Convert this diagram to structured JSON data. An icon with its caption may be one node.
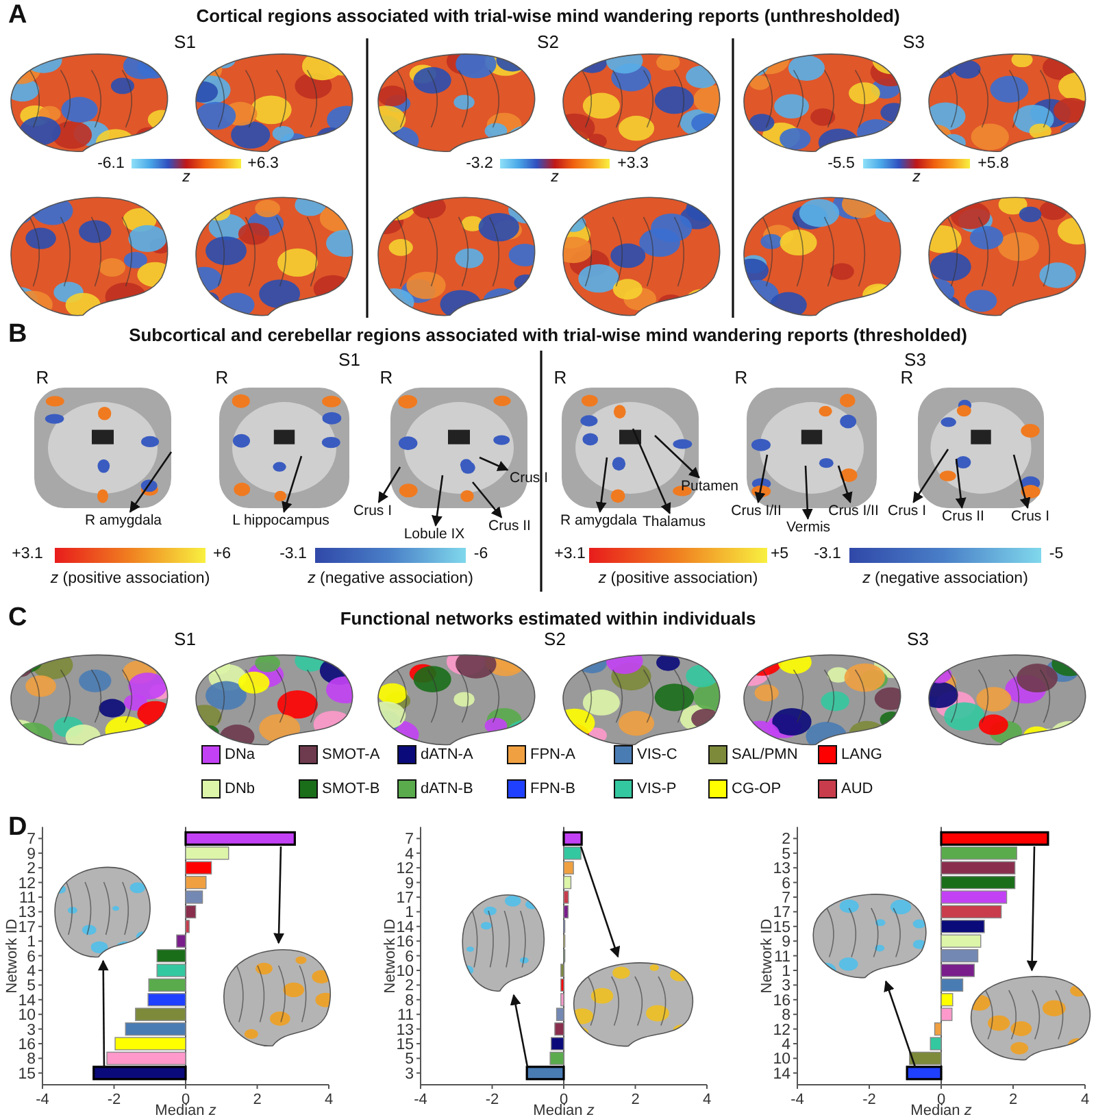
{
  "diagram": {
    "nodes": [
      {
        "text": [
          "R amygdala"
        ]
      },
      {
        "text": [
          "L hippocampus"
        ]
      },
      {
        "text": [
          "Crus I"
        ]
      },
      {
        "text": [
          "Lobule IX"
        ]
      },
      {
        "text": [
          "Crus II"
        ]
      },
      {
        "text": [
          "Crus I"
        ]
      },
      {
        "text": [
          "R amygdala"
        ]
      },
      {
        "text": [
          "Thalamus"
        ]
      },
      {
        "text": [
          "Putamen"
        ]
      },
      {
        "text": [
          "Crus I/II"
        ]
      },
      {
        "text": [
          "Vermis"
        ]
      },
      {
        "text": [
          "Crus I/II"
        ]
      },
      {
        "text": [
          "Crus I"
        ]
      },
      {
        "text": [
          "Crus II"
        ]
      },
      {
        "text": [
          "Crus I"
        ]
      },
      {
        "text": [],
        "shape": "picture"
      },
      {
        "text": [],
        "shape": "picture"
      },
      {
        "text": [],
        "shape": "picture"
      },
      {
        "text": [],
        "shape": "picture"
      },
      {
        "text": [],
        "shape": "picture"
      },
      {
        "text": [],
        "shape": "picture"
      }
    ],
    "edges": [
      {
        "from": null,
        "to": 0,
        "arrow": "to"
      },
      {
        "from": null,
        "to": 1,
        "arrow": "to"
      },
      {
        "from": null,
        "to": 2,
        "arrow": "to"
      },
      {
        "from": null,
        "to": 3,
        "arrow": "to"
      },
      {
        "from": null,
        "to": 4,
        "arrow": "to"
      },
      {
        "from": null,
        "to": 5,
        "arrow": "to"
      },
      {
        "from": null,
        "to": 6,
        "arrow": "to"
      },
      {
        "from": null,
        "to": 7,
        "arrow": "to"
      },
      {
        "from": null,
        "to": 8,
        "arrow": "to"
      },
      {
        "from": null,
        "to": 9,
        "arrow": "to"
      },
      {
        "from": null,
        "to": 10,
        "arrow": "to"
      },
      {
        "from": null,
        "to": 11,
        "arrow": "to"
      },
      {
        "from": null,
        "to": 12,
        "arrow": "to"
      },
      {
        "from": null,
        "to": 13,
        "arrow": "to"
      },
      {
        "from": null,
        "to": 14,
        "arrow": "to"
      },
      {
        "from": null,
        "to": 15,
        "arrow": "to"
      },
      {
        "from": null,
        "to": 16,
        "arrow": "to"
      },
      {
        "from": null,
        "to": 17,
        "arrow": "to"
      },
      {
        "from": null,
        "to": 18,
        "arrow": "to"
      },
      {
        "from": null,
        "to": 19,
        "arrow": "to"
      },
      {
        "from": null,
        "to": 20,
        "arrow": "to"
      }
    ],
    "labels": [
      "A",
      "Cortical regions associated with trial-wise mind wandering reports (unthresholded)",
      "S1",
      "S2",
      "S3",
      "-6.1",
      "z",
      "+6.3",
      "-3.2",
      "z",
      "+3.3",
      "-5.5",
      "z",
      "+5.8",
      "B",
      "Subcortical and cerebellar regions associated with trial-wise mind wandering reports (thresholded)",
      "S1",
      "S3",
      "R",
      "R",
      "R",
      "R",
      "R",
      "R",
      "+3.1",
      "+6",
      "-3.1",
      "-6",
      "*z* (positive association)",
      "*z* (negative association)",
      "+3.1",
      "+5",
      "-3.1",
      "-5",
      "*z* (positive association)",
      "*z* (negative association)",
      "C",
      "Functional networks estimated within individuals",
      "S1",
      "S2",
      "S3",
      "D"
    ],
    "legend": [
      {
        "text": "DNa",
        "color": "#c341f5"
      },
      {
        "text": "SMOT-A",
        "color": "#6e3a4e"
      },
      {
        "text": "dATN-A",
        "color": "#0a0a7a"
      },
      {
        "text": "FPN-A",
        "color": "#f0a040"
      },
      {
        "text": "VIS-C",
        "color": "#4a7cb4"
      },
      {
        "text": "SAL/PMN",
        "color": "#7d8a3a"
      },
      {
        "text": "LANG",
        "color": "#ff0000"
      },
      {
        "text": "DNb",
        "color": "#ddf5a8"
      },
      {
        "text": "SMOT-B",
        "color": "#1a6e1a"
      },
      {
        "text": "dATN-B",
        "color": "#5aab4c"
      },
      {
        "text": "FPN-B",
        "color": "#2040ff"
      },
      {
        "text": "VIS-P",
        "color": "#34c8a0"
      },
      {
        "text": "CG-OP",
        "color": "#ffff00"
      },
      {
        "text": "AUD",
        "color": "#c83c4c"
      }
    ],
    "chart_data": [
      {
        "type": "bar",
        "orientation": "horizontal",
        "stacked": true,
        "xlabel": "Median *z*",
        "ylabel": "Network ID",
        "xlim": [
          -4,
          4
        ],
        "xticks": [
          -4,
          -2,
          0,
          2,
          4
        ],
        "categories": [
          "7",
          "9",
          "2",
          "12",
          "11",
          "13",
          "17",
          "1",
          "6",
          "4",
          "5",
          "14",
          "10",
          "3",
          "16",
          "8",
          "15"
        ],
        "series": [
          {
            "color": "#c341f5",
            "values": [
              3.05,
              null,
              null,
              null,
              null,
              null,
              null,
              null,
              null,
              null,
              null,
              null,
              null,
              null,
              null,
              null,
              null
            ]
          },
          {
            "color": "#ddf5a8",
            "values": [
              null,
              1.2,
              null,
              null,
              null,
              null,
              null,
              null,
              null,
              null,
              null,
              null,
              null,
              null,
              null,
              null,
              null
            ]
          },
          {
            "color": "#ff0000",
            "values": [
              null,
              null,
              0.72,
              null,
              null,
              null,
              null,
              null,
              null,
              null,
              null,
              null,
              null,
              null,
              null,
              null,
              null
            ]
          },
          {
            "color": "#f0a040",
            "values": [
              null,
              null,
              null,
              0.57,
              null,
              null,
              null,
              null,
              null,
              null,
              null,
              null,
              null,
              null,
              null,
              null,
              null
            ]
          },
          {
            "color": "#7488b4",
            "values": [
              null,
              null,
              null,
              null,
              0.47,
              null,
              null,
              null,
              null,
              null,
              null,
              null,
              null,
              null,
              null,
              null,
              null
            ]
          },
          {
            "color": "#8a2e4e",
            "values": [
              null,
              null,
              null,
              null,
              null,
              0.28,
              null,
              null,
              null,
              null,
              null,
              null,
              null,
              null,
              null,
              null,
              null
            ]
          },
          {
            "color": "#c83c4c",
            "values": [
              null,
              null,
              null,
              null,
              null,
              null,
              0.1,
              null,
              null,
              null,
              null,
              null,
              null,
              null,
              null,
              null,
              null
            ]
          },
          {
            "color": "#7a1e8c",
            "values": [
              null,
              null,
              null,
              null,
              null,
              null,
              null,
              -0.25,
              null,
              null,
              null,
              null,
              null,
              null,
              null,
              null,
              null
            ]
          },
          {
            "color": "#1a6e1a",
            "values": [
              null,
              null,
              null,
              null,
              null,
              null,
              null,
              null,
              -0.8,
              null,
              null,
              null,
              null,
              null,
              null,
              null,
              null
            ]
          },
          {
            "color": "#34c8a0",
            "values": [
              null,
              null,
              null,
              null,
              null,
              null,
              null,
              null,
              null,
              -0.8,
              null,
              null,
              null,
              null,
              null,
              null,
              null
            ]
          },
          {
            "color": "#5aab4c",
            "values": [
              null,
              null,
              null,
              null,
              null,
              null,
              null,
              null,
              null,
              null,
              -1.03,
              null,
              null,
              null,
              null,
              null,
              null
            ]
          },
          {
            "color": "#2040ff",
            "values": [
              null,
              null,
              null,
              null,
              null,
              null,
              null,
              null,
              null,
              null,
              null,
              -1.05,
              null,
              null,
              null,
              null,
              null
            ]
          },
          {
            "color": "#7d8a3a",
            "values": [
              null,
              null,
              null,
              null,
              null,
              null,
              null,
              null,
              null,
              null,
              null,
              null,
              -1.4,
              null,
              null,
              null,
              null
            ]
          },
          {
            "color": "#4a7cb4",
            "values": [
              null,
              null,
              null,
              null,
              null,
              null,
              null,
              null,
              null,
              null,
              null,
              null,
              null,
              -1.68,
              null,
              null,
              null
            ]
          },
          {
            "color": "#ffff00",
            "values": [
              null,
              null,
              null,
              null,
              null,
              null,
              null,
              null,
              null,
              null,
              null,
              null,
              null,
              null,
              -1.97,
              null,
              null
            ]
          },
          {
            "color": "#ff99cc",
            "values": [
              null,
              null,
              null,
              null,
              null,
              null,
              null,
              null,
              null,
              null,
              null,
              null,
              null,
              null,
              null,
              -2.2,
              null
            ]
          },
          {
            "color": "#0a0a7a",
            "values": [
              null,
              null,
              null,
              null,
              null,
              null,
              null,
              null,
              null,
              null,
              null,
              null,
              null,
              null,
              null,
              null,
              -2.57
            ]
          }
        ]
      },
      {
        "type": "bar",
        "orientation": "horizontal",
        "stacked": true,
        "xlabel": "Median *z*",
        "ylabel": "Network ID",
        "xlim": [
          -4,
          4
        ],
        "xticks": [
          -4,
          -2,
          0,
          2,
          4
        ],
        "categories": [
          "7",
          "4",
          "12",
          "9",
          "17",
          "1",
          "14",
          "16",
          "6",
          "10",
          "2",
          "8",
          "11",
          "13",
          "15",
          "5",
          "3"
        ],
        "series": [
          {
            "color": "#c341f5",
            "values": [
              0.5,
              null,
              null,
              null,
              null,
              null,
              null,
              null,
              null,
              null,
              null,
              null,
              null,
              null,
              null,
              null,
              null
            ]
          },
          {
            "color": "#34c8a0",
            "values": [
              null,
              0.48,
              null,
              null,
              null,
              null,
              null,
              null,
              null,
              null,
              null,
              null,
              null,
              null,
              null,
              null,
              null
            ]
          },
          {
            "color": "#f0a040",
            "values": [
              null,
              null,
              0.27,
              null,
              null,
              null,
              null,
              null,
              null,
              null,
              null,
              null,
              null,
              null,
              null,
              null,
              null
            ]
          },
          {
            "color": "#ddf5a8",
            "values": [
              null,
              null,
              null,
              0.2,
              null,
              null,
              null,
              null,
              null,
              null,
              null,
              null,
              null,
              null,
              null,
              null,
              null
            ]
          },
          {
            "color": "#c83c4c",
            "values": [
              null,
              null,
              null,
              null,
              0.13,
              null,
              null,
              null,
              null,
              null,
              null,
              null,
              null,
              null,
              null,
              null,
              null
            ]
          },
          {
            "color": "#7a1e8c",
            "values": [
              null,
              null,
              null,
              null,
              null,
              0.12,
              null,
              null,
              null,
              null,
              null,
              null,
              null,
              null,
              null,
              null,
              null
            ]
          },
          {
            "color": "#2040ff",
            "values": [
              null,
              null,
              null,
              null,
              null,
              null,
              0.02,
              null,
              null,
              null,
              null,
              null,
              null,
              null,
              null,
              null,
              null
            ]
          },
          {
            "color": "#ffff00",
            "values": [
              null,
              null,
              null,
              null,
              null,
              null,
              null,
              0.01,
              null,
              null,
              null,
              null,
              null,
              null,
              null,
              null,
              null
            ]
          },
          {
            "color": "#1a6e1a",
            "values": [
              null,
              null,
              null,
              null,
              null,
              null,
              null,
              null,
              0.01,
              null,
              null,
              null,
              null,
              null,
              null,
              null,
              null
            ]
          },
          {
            "color": "#7d8a3a",
            "values": [
              null,
              null,
              null,
              null,
              null,
              null,
              null,
              null,
              null,
              -0.08,
              null,
              null,
              null,
              null,
              null,
              null,
              null
            ]
          },
          {
            "color": "#ff0000",
            "values": [
              null,
              null,
              null,
              null,
              null,
              null,
              null,
              null,
              null,
              null,
              -0.08,
              null,
              null,
              null,
              null,
              null,
              null
            ]
          },
          {
            "color": "#ff99cc",
            "values": [
              null,
              null,
              null,
              null,
              null,
              null,
              null,
              null,
              null,
              null,
              null,
              -0.08,
              null,
              null,
              null,
              null,
              null
            ]
          },
          {
            "color": "#7488b4",
            "values": [
              null,
              null,
              null,
              null,
              null,
              null,
              null,
              null,
              null,
              null,
              null,
              null,
              -0.2,
              null,
              null,
              null,
              null
            ]
          },
          {
            "color": "#8a2e4e",
            "values": [
              null,
              null,
              null,
              null,
              null,
              null,
              null,
              null,
              null,
              null,
              null,
              null,
              null,
              -0.25,
              null,
              null,
              null
            ]
          },
          {
            "color": "#0a0a7a",
            "values": [
              null,
              null,
              null,
              null,
              null,
              null,
              null,
              null,
              null,
              null,
              null,
              null,
              null,
              null,
              -0.35,
              null,
              null
            ]
          },
          {
            "color": "#5aab4c",
            "values": [
              null,
              null,
              null,
              null,
              null,
              null,
              null,
              null,
              null,
              null,
              null,
              null,
              null,
              null,
              null,
              -0.38,
              null
            ]
          },
          {
            "color": "#4a7cb4",
            "values": [
              null,
              null,
              null,
              null,
              null,
              null,
              null,
              null,
              null,
              null,
              null,
              null,
              null,
              null,
              null,
              null,
              -1.03
            ]
          }
        ]
      },
      {
        "type": "bar",
        "orientation": "horizontal",
        "stacked": true,
        "xlabel": "Median *z*",
        "ylabel": "Network ID",
        "xlim": [
          -4,
          4
        ],
        "xticks": [
          -4,
          -2,
          0,
          2,
          4
        ],
        "categories": [
          "2",
          "5",
          "13",
          "6",
          "7",
          "17",
          "15",
          "9",
          "11",
          "1",
          "3",
          "16",
          "8",
          "12",
          "4",
          "10",
          "14"
        ],
        "series": [
          {
            "color": "#ff0000",
            "values": [
              2.97,
              null,
              null,
              null,
              null,
              null,
              null,
              null,
              null,
              null,
              null,
              null,
              null,
              null,
              null,
              null,
              null
            ]
          },
          {
            "color": "#5aab4c",
            "values": [
              null,
              2.1,
              null,
              null,
              null,
              null,
              null,
              null,
              null,
              null,
              null,
              null,
              null,
              null,
              null,
              null,
              null
            ]
          },
          {
            "color": "#8a2e4e",
            "values": [
              null,
              null,
              2.05,
              null,
              null,
              null,
              null,
              null,
              null,
              null,
              null,
              null,
              null,
              null,
              null,
              null,
              null
            ]
          },
          {
            "color": "#1a6e1a",
            "values": [
              null,
              null,
              null,
              2.05,
              null,
              null,
              null,
              null,
              null,
              null,
              null,
              null,
              null,
              null,
              null,
              null,
              null
            ]
          },
          {
            "color": "#c341f5",
            "values": [
              null,
              null,
              null,
              null,
              1.82,
              null,
              null,
              null,
              null,
              null,
              null,
              null,
              null,
              null,
              null,
              null,
              null
            ]
          },
          {
            "color": "#c83c4c",
            "values": [
              null,
              null,
              null,
              null,
              null,
              1.67,
              null,
              null,
              null,
              null,
              null,
              null,
              null,
              null,
              null,
              null,
              null
            ]
          },
          {
            "color": "#0a0a7a",
            "values": [
              null,
              null,
              null,
              null,
              null,
              null,
              1.2,
              null,
              null,
              null,
              null,
              null,
              null,
              null,
              null,
              null,
              null
            ]
          },
          {
            "color": "#ddf5a8",
            "values": [
              null,
              null,
              null,
              null,
              null,
              null,
              null,
              1.1,
              null,
              null,
              null,
              null,
              null,
              null,
              null,
              null,
              null
            ]
          },
          {
            "color": "#7488b4",
            "values": [
              null,
              null,
              null,
              null,
              null,
              null,
              null,
              null,
              1.02,
              null,
              null,
              null,
              null,
              null,
              null,
              null,
              null
            ]
          },
          {
            "color": "#7a1e8c",
            "values": [
              null,
              null,
              null,
              null,
              null,
              null,
              null,
              null,
              null,
              0.92,
              null,
              null,
              null,
              null,
              null,
              null,
              null
            ]
          },
          {
            "color": "#4a7cb4",
            "values": [
              null,
              null,
              null,
              null,
              null,
              null,
              null,
              null,
              null,
              null,
              0.6,
              null,
              null,
              null,
              null,
              null,
              null
            ]
          },
          {
            "color": "#ffff00",
            "values": [
              null,
              null,
              null,
              null,
              null,
              null,
              null,
              null,
              null,
              null,
              null,
              0.32,
              null,
              null,
              null,
              null,
              null
            ]
          },
          {
            "color": "#ff99cc",
            "values": [
              null,
              null,
              null,
              null,
              null,
              null,
              null,
              null,
              null,
              null,
              null,
              null,
              0.3,
              null,
              null,
              null,
              null
            ]
          },
          {
            "color": "#f0a040",
            "values": [
              null,
              null,
              null,
              null,
              null,
              null,
              null,
              null,
              null,
              null,
              null,
              null,
              null,
              -0.18,
              null,
              null,
              null
            ]
          },
          {
            "color": "#34c8a0",
            "values": [
              null,
              null,
              null,
              null,
              null,
              null,
              null,
              null,
              null,
              null,
              null,
              null,
              null,
              null,
              -0.3,
              null,
              null
            ]
          },
          {
            "color": "#7d8a3a",
            "values": [
              null,
              null,
              null,
              null,
              null,
              null,
              null,
              null,
              null,
              null,
              null,
              null,
              null,
              null,
              null,
              -0.88,
              null
            ]
          },
          {
            "color": "#2040ff",
            "values": [
              null,
              null,
              null,
              null,
              null,
              null,
              null,
              null,
              null,
              null,
              null,
              null,
              null,
              null,
              null,
              null,
              -0.95
            ]
          }
        ]
      }
    ]
  }
}
